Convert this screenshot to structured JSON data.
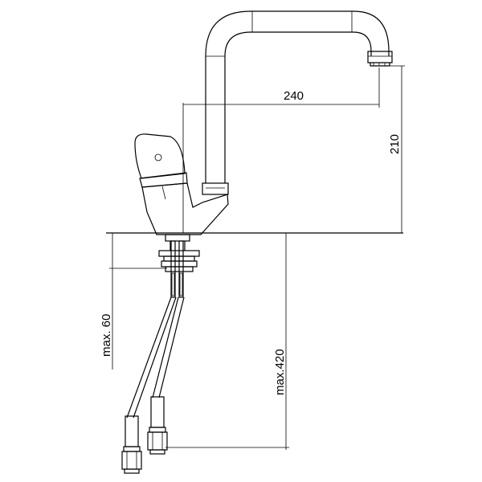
{
  "dimensions": {
    "spout_reach": "240",
    "spout_height": "210",
    "max_thickness": "max. 60",
    "max_hose_length": "max.420"
  }
}
